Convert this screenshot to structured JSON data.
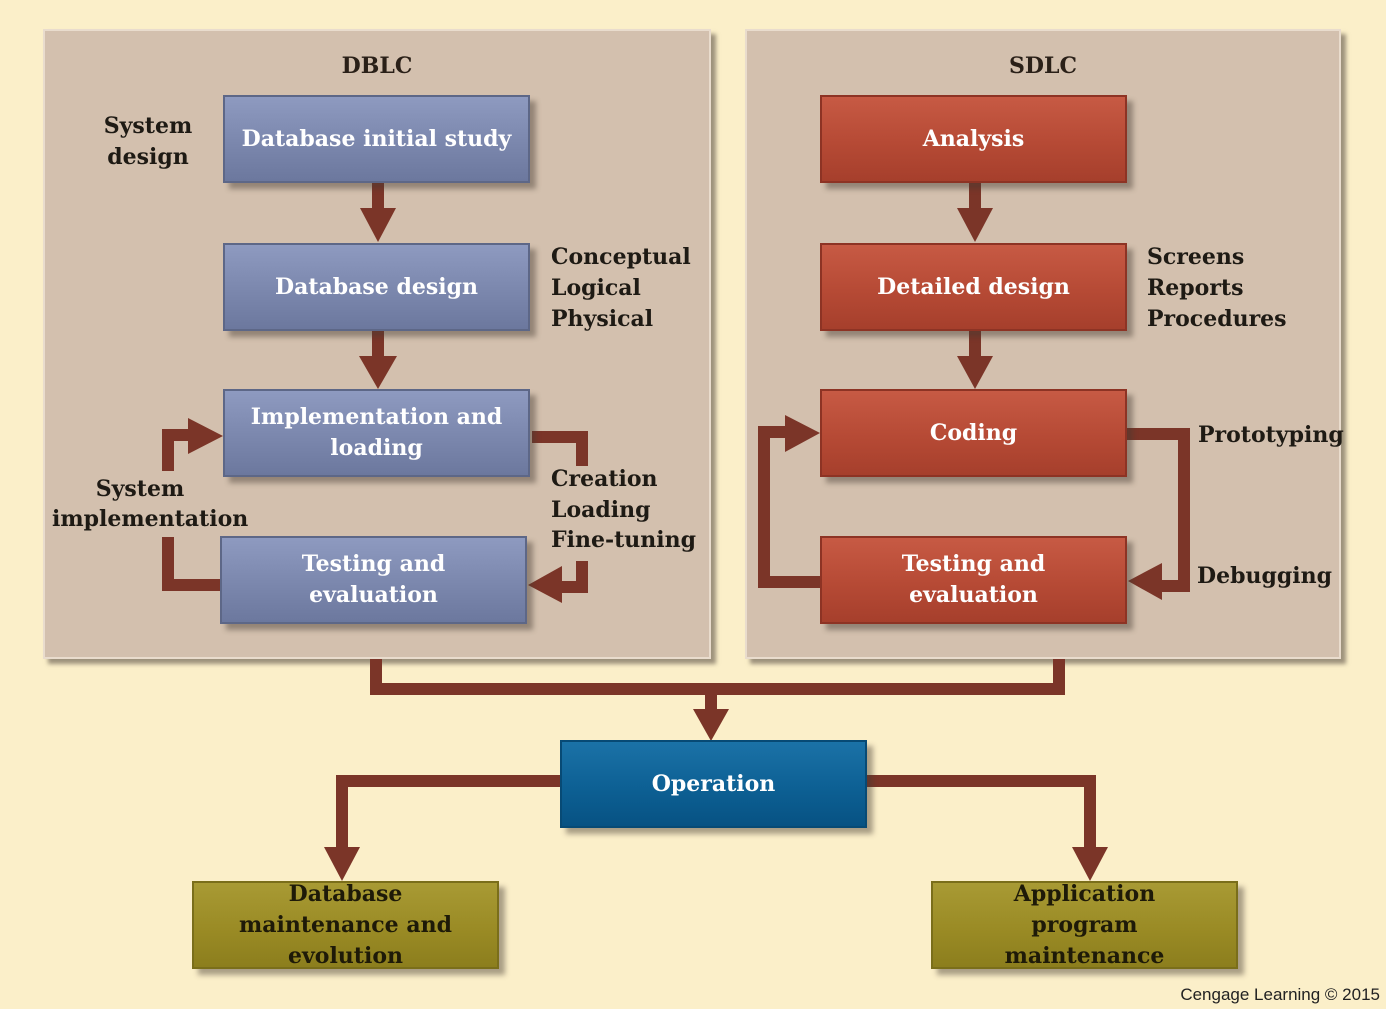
{
  "dblc": {
    "title": "DBLC",
    "boxes": {
      "initial_study": "Database initial study",
      "design": "Database design",
      "implementation": "Implementation and loading",
      "testing": "Testing and evaluation"
    },
    "labels": {
      "system_design": [
        "System",
        "design"
      ],
      "design_steps": [
        "Conceptual",
        "Logical",
        "Physical"
      ],
      "system_implementation": [
        "System",
        "implementation"
      ],
      "implementation_steps": [
        "Creation",
        "Loading",
        "Fine-tuning"
      ]
    }
  },
  "sdlc": {
    "title": "SDLC",
    "boxes": {
      "analysis": "Analysis",
      "detailed_design": "Detailed design",
      "coding": "Coding",
      "testing": "Testing and evaluation"
    },
    "labels": {
      "design_outputs": [
        "Screens",
        "Reports",
        "Procedures"
      ],
      "prototyping": "Prototyping",
      "debugging": "Debugging"
    }
  },
  "operation": "Operation",
  "db_maintenance": "Database maintenance and evolution",
  "app_maintenance": "Application program maintenance",
  "credit": "Cengage Learning © 2015",
  "colors": {
    "background": "#fbefc9",
    "panel": "#d3c0ae",
    "dblc_box": "#7b87ad",
    "sdlc_box": "#b64a35",
    "operation_box": "#0d6094",
    "maintenance_box": "#9a8b25",
    "arrow": "#7b3528"
  }
}
